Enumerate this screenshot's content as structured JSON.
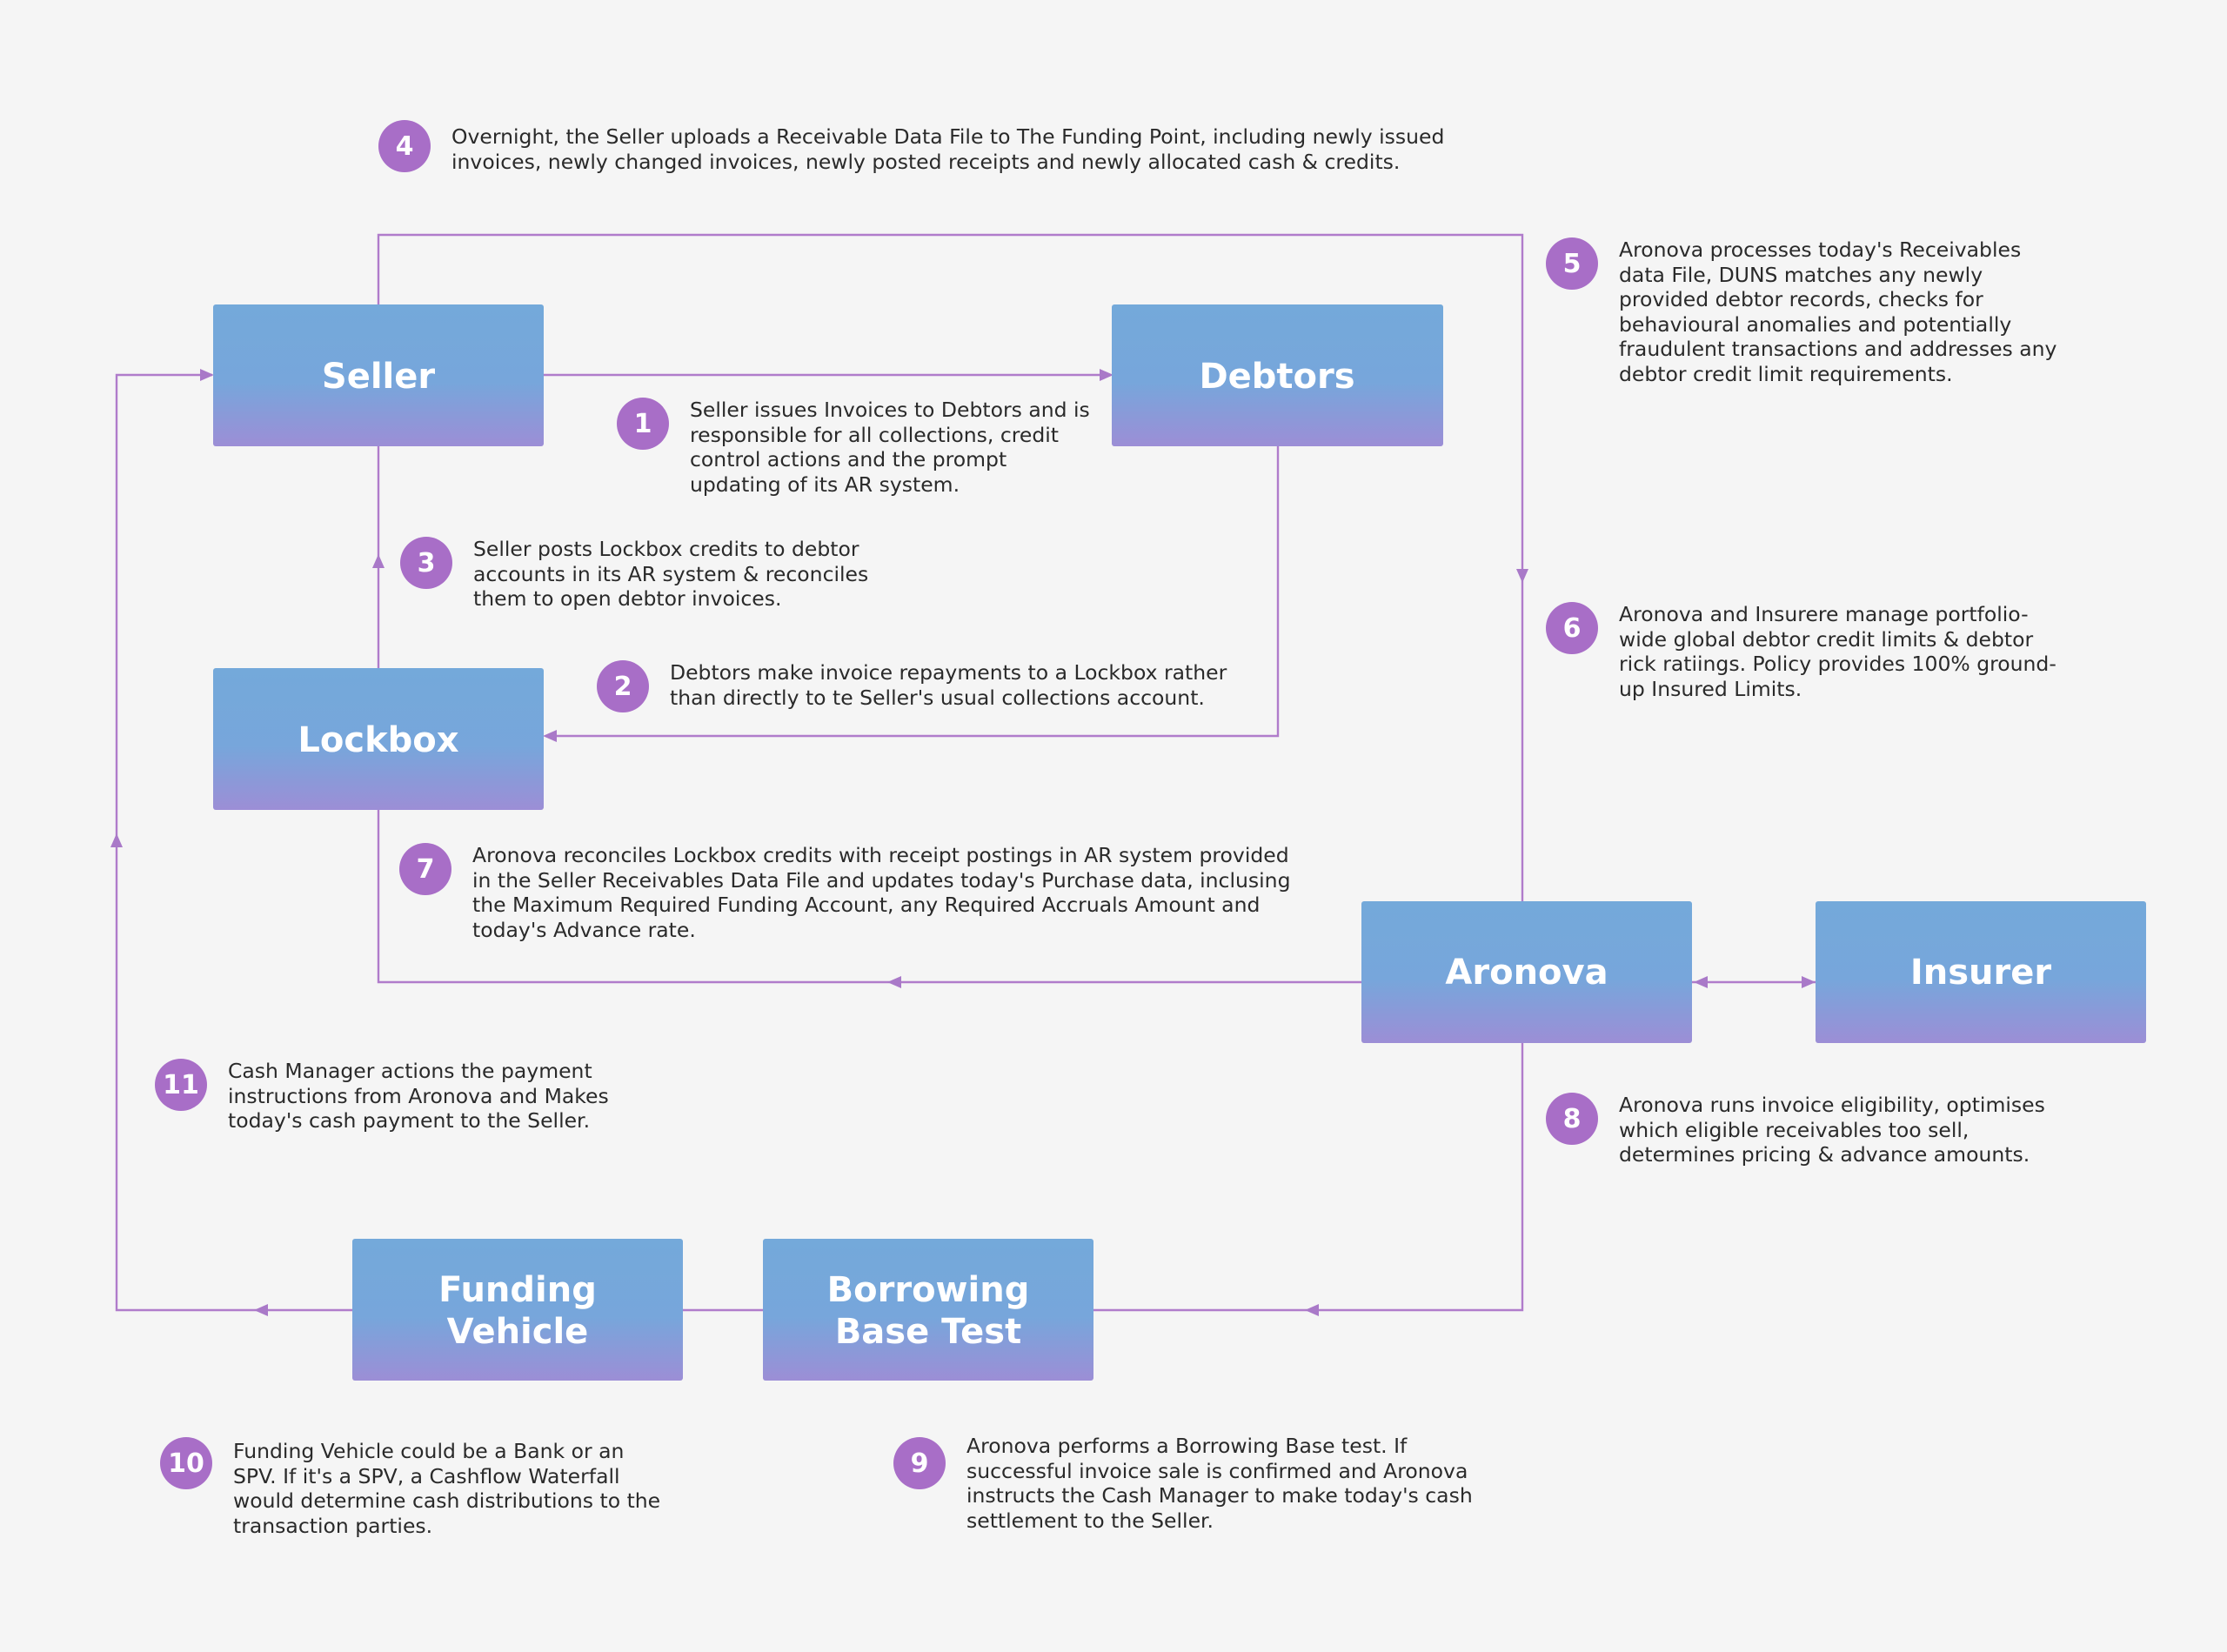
{
  "boxes": {
    "seller": "Seller",
    "debtors": "Debtors",
    "lockbox": "Lockbox",
    "aronova": "Aronova",
    "insurer": "Insurer",
    "funding_vehicle": [
      "Funding",
      "Vehicle"
    ],
    "borrowing_base_test": [
      "Borrowing",
      "Base Test"
    ]
  },
  "steps": [
    {
      "number": "1",
      "lines": [
        "Seller issues Invoices to Debtors and is",
        "responsible for all collections, credit",
        "control actions and the prompt",
        "updating of its AR system."
      ]
    },
    {
      "number": "2",
      "lines": [
        "Debtors make invoice repayments to a Lockbox rather",
        "than directly to te Seller's usual collections account."
      ]
    },
    {
      "number": "3",
      "lines": [
        "Seller posts Lockbox credits to debtor",
        "accounts in its AR system & reconciles",
        "them to open debtor invoices."
      ]
    },
    {
      "number": "4",
      "lines": [
        "Overnight, the Seller uploads a Receivable Data File to The Funding Point, including newly issued",
        "invoices, newly changed invoices, newly posted receipts and newly allocated cash & credits."
      ]
    },
    {
      "number": "5",
      "lines": [
        "Aronova processes today's Receivables",
        "data File, DUNS matches any newly",
        "provided debtor records, checks for",
        "behavioural anomalies and potentially",
        "fraudulent transactions and addresses any",
        "debtor credit limit requirements."
      ]
    },
    {
      "number": "6",
      "lines": [
        "Aronova and Insurere manage portfolio-",
        "wide global debtor credit limits & debtor",
        "rick ratiings. Policy provides 100% ground-",
        "up Insured Limits."
      ]
    },
    {
      "number": "7",
      "lines": [
        "Aronova reconciles Lockbox credits with receipt postings in AR system provided",
        "in the Seller Receivables Data File and updates today's Purchase data, inclusing",
        "the Maximum Required Funding Account, any Required Accruals Amount and",
        "today's Advance rate."
      ]
    },
    {
      "number": "8",
      "lines": [
        "Aronova runs invoice eligibility, optimises",
        "which eligible receivables too sell,",
        "determines pricing & advance amounts."
      ]
    },
    {
      "number": "9",
      "lines": [
        "Aronova performs a Borrowing Base test. If",
        "successful invoice sale is confirmed and Aronova",
        "instructs the Cash Manager to make today's cash",
        "settlement to the Seller."
      ]
    },
    {
      "number": "10",
      "lines": [
        "Funding Vehicle could be a Bank or an",
        "SPV. If it's a SPV, a Cashflow Waterfall",
        "would determine cash distributions to the",
        "transaction parties."
      ]
    },
    {
      "number": "11",
      "lines": [
        "Cash Manager actions the payment",
        "instructions from Aronova and Makes",
        "today's cash payment to the Seller."
      ]
    }
  ],
  "colors": {
    "background": "#f5f5f5",
    "box_top": "#74a9da",
    "box_bottom": "#9e8fd6",
    "badge": "#a86ec7",
    "connector": "#b07ccb",
    "text": "#2a2a2a"
  }
}
